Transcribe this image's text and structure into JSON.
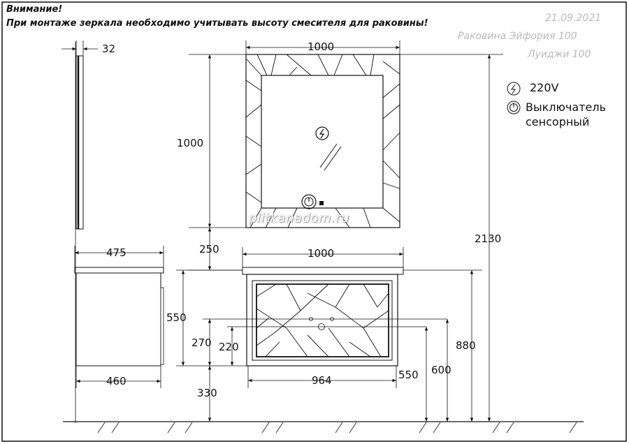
{
  "warning": {
    "title": "Внимание!",
    "text": "При монтаже зеркала необходимо учитывать высоту смесителя для раковины!"
  },
  "meta": {
    "date": "21.09.2021",
    "sink_line1": "Раковина Эйфория 100",
    "sink_line2": "Луиджи 100"
  },
  "legend": {
    "power_icon": "lightning-icon",
    "power_label": "220V",
    "switch_icon": "power-button-icon",
    "switch_label_1": "Выключатель",
    "switch_label_2": "сенсорный"
  },
  "dimensions": {
    "mirror_depth": "32",
    "mirror_width": "1000",
    "mirror_height": "1000",
    "total_height": "2130",
    "gap": "250",
    "cabinet_depth_top": "475",
    "cabinet_width": "1000",
    "cabinet_height": "550",
    "h270": "270",
    "h220": "220",
    "total_880": "880",
    "h600": "600",
    "h550_right": "550",
    "inner_964": "964",
    "cabinet_depth_bottom": "460",
    "floor_330": "330"
  },
  "watermark": "plitkanadom.ru"
}
